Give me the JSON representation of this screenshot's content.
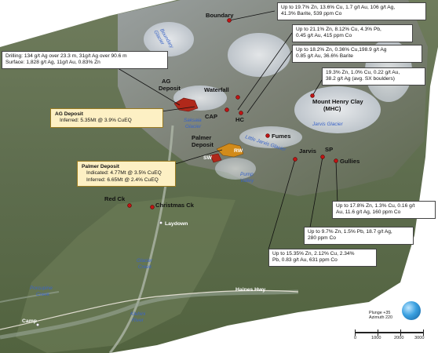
{
  "colors": {
    "deposit_marker": "#c01414",
    "resource_box": "#fdf0c4",
    "water_label": "#3a64c8",
    "orebody": "#b0281a"
  },
  "map": {
    "points": [
      {
        "id": "boundary",
        "name": "Boundary"
      },
      {
        "id": "waterfall",
        "name": "Waterfall"
      },
      {
        "id": "cap",
        "name": "CAP"
      },
      {
        "id": "hc",
        "name": "HC"
      },
      {
        "id": "fumes",
        "name": "Fumes"
      },
      {
        "id": "jarvis",
        "name": "Jarvis"
      },
      {
        "id": "sp",
        "name": "SP"
      },
      {
        "id": "gullies",
        "name": "Gullies"
      },
      {
        "id": "red_ck",
        "name": "Red Ck"
      },
      {
        "id": "christmas_ck",
        "name": "Christmas Ck"
      },
      {
        "id": "laydown",
        "name": "Laydown"
      },
      {
        "id": "camp",
        "name": "Camp"
      }
    ],
    "deposit_labels": {
      "ag": [
        "AG",
        "Deposit"
      ],
      "palmer": [
        "Palmer",
        "Deposit"
      ],
      "mount_henry_clay": [
        "Mount Henry Clay",
        "(MHC)"
      ]
    },
    "zone_labels": {
      "rw": "RW",
      "sw": "SW"
    },
    "water_features": [
      {
        "id": "boundary_glacier",
        "lines": [
          "Boundary",
          "Glacier"
        ]
      },
      {
        "id": "saksaia_glacier",
        "lines": [
          "Saksaia",
          "Glacier"
        ]
      },
      {
        "id": "jarvis_glacier",
        "lines": [
          "Jarvis Glacier"
        ]
      },
      {
        "id": "little_jarvis_glacier",
        "lines": [
          "Little Jarvis Glacier"
        ]
      },
      {
        "id": "pump_valley",
        "lines": [
          "Pump",
          "Valley"
        ]
      },
      {
        "id": "glacier_creek",
        "lines": [
          "Glacier",
          "Creek"
        ]
      },
      {
        "id": "porcupine_creek",
        "lines": [
          "Porcupine",
          "Creek"
        ]
      },
      {
        "id": "klehini_river",
        "lines": [
          "Klehini",
          "River"
        ]
      }
    ],
    "road_label": "Haines Hwy"
  },
  "callouts": {
    "boundary": [
      "Up to 19.7% Zn, 13.6% Cu, 1.7 g/t Au, 106 g/t Ag,",
      "41.3% Barite, 539 ppm Co"
    ],
    "cap": [
      "Up to 21.1% Zn, 8.12% Cu, 4.3% Pb,",
      "0.45 g/t Au, 415 ppm Co"
    ],
    "hc": [
      "Up to 18.2% Zn, 0.36% Cu,198.9 g/t Ag",
      "0.85 g/t Au, 36.6% Barite"
    ],
    "mhc": [
      "19.3% Zn, 1.0% Cu, 0.22 g/t Au,",
      "38.2 g/t Ag (avg. SX boulders)"
    ],
    "ag_drilling": [
      "Drilling: 134 g/t Ag over 23.3 m, 31g/t Ag over 90.6 m",
      "Surface: 1,828 g/t Ag, 11g/t Au, 0.83% Zn"
    ],
    "gullies": [
      "Up to 17.8% Zn, 1.3% Cu, 0.16 g/t",
      "Au, 11.6 g/t Ag, 160 ppm Co"
    ],
    "sp": [
      "Up to 9.7% Zn, 1.5% Pb, 18.7 g/t Ag,",
      "280 ppm Co"
    ],
    "jarvis": [
      "Up to 15.35% Zn, 2.12% Cu, 2.34%",
      "Pb, 0.83 g/t Au, 631 ppm Co"
    ]
  },
  "resources": {
    "ag": {
      "title": "AG Deposit",
      "line1": "Inferred: 5.35Mt @ 3.9% CuEQ"
    },
    "palmer": {
      "title": "Palmer Deposit",
      "line1": "Indicated: 4.77Mt @ 3.5% CuEQ",
      "line2": "Inferred: 6.65Mt @ 2.4% CuEQ"
    }
  },
  "orientation": {
    "plunge": "Plunge +35",
    "azimuth": "Azimuth 220"
  },
  "scale_bar": {
    "ticks": [
      "0",
      "1000",
      "2000",
      "3000"
    ]
  }
}
